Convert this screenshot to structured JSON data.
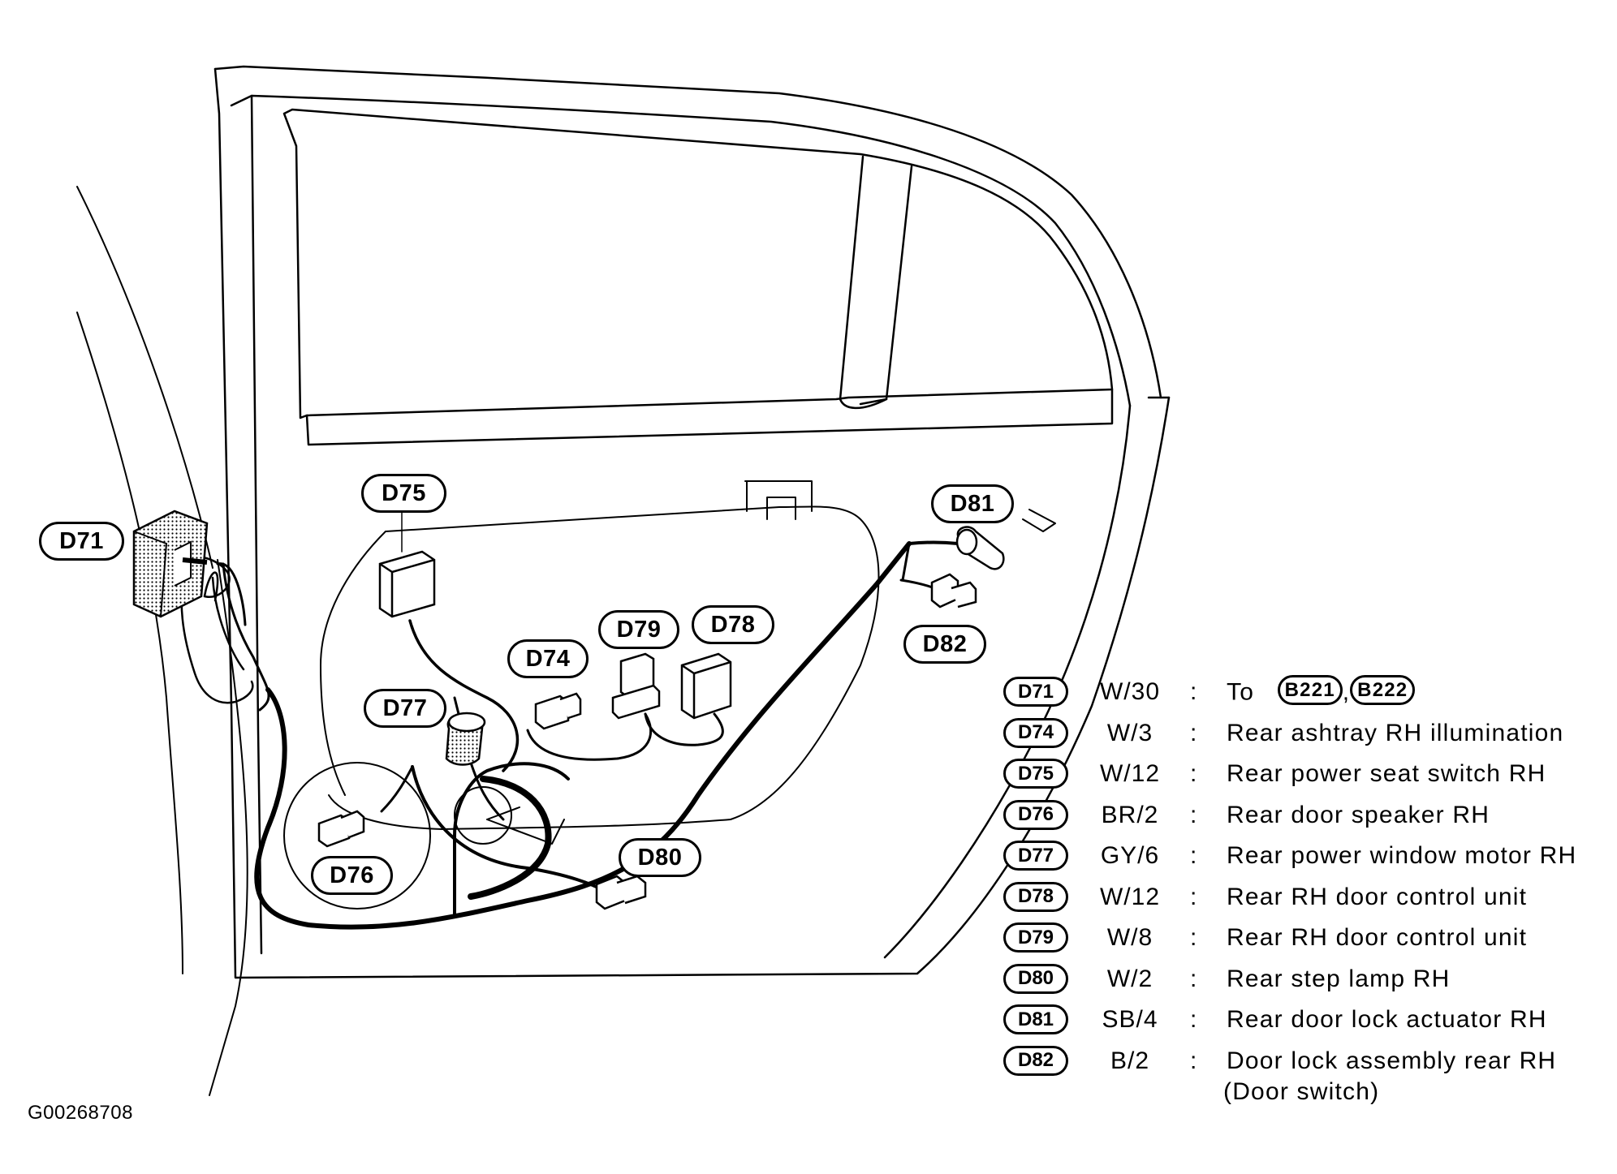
{
  "callouts": {
    "d71": "D71",
    "d75": "D75",
    "d74": "D74",
    "d79": "D79",
    "d78": "D78",
    "d77": "D77",
    "d76": "D76",
    "d80": "D80",
    "d81": "D81",
    "d82": "D82"
  },
  "legend": [
    {
      "id": "D71",
      "spec": "W/30",
      "desc_prefix": "To",
      "refs": [
        "B221",
        "B222"
      ],
      "ref_sep": ","
    },
    {
      "id": "D74",
      "spec": "W/3",
      "desc": "Rear ashtray RH illumination"
    },
    {
      "id": "D75",
      "spec": "W/12",
      "desc": "Rear power seat switch RH"
    },
    {
      "id": "D76",
      "spec": "BR/2",
      "desc": "Rear door speaker RH"
    },
    {
      "id": "D77",
      "spec": "GY/6",
      "desc": "Rear power window motor RH"
    },
    {
      "id": "D78",
      "spec": "W/12",
      "desc": "Rear RH door control unit"
    },
    {
      "id": "D79",
      "spec": "W/8",
      "desc": "Rear RH door control unit"
    },
    {
      "id": "D80",
      "spec": "W/2",
      "desc": "Rear step lamp RH"
    },
    {
      "id": "D81",
      "spec": "SB/4",
      "desc": "Rear door lock actuator RH"
    },
    {
      "id": "D82",
      "spec": "B/2",
      "desc": "Door lock assembly rear RH",
      "desc_line2": "(Door switch)"
    }
  ],
  "colon": ":",
  "figure_code": "G00268708"
}
